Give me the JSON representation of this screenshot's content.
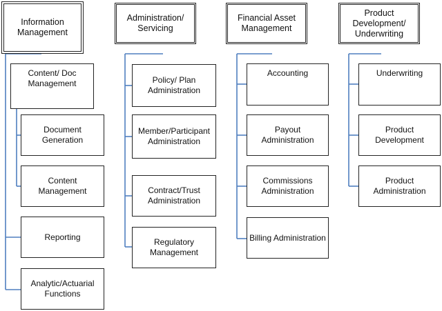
{
  "columns": [
    {
      "header": "Information Management",
      "children": [
        "Content/ Doc Management",
        "Document Generation",
        "Content Management",
        "Reporting",
        "Analytic/Actuarial Functions"
      ]
    },
    {
      "header": "Administration/ Servicing",
      "children": [
        "Policy/ Plan Administration",
        "Member/Participant Administration",
        "Contract/Trust Administration",
        "Regulatory Management"
      ]
    },
    {
      "header": "Financial Asset Management",
      "children": [
        "Accounting",
        "Payout Administration",
        "Commissions Administration",
        "Billing Administration"
      ]
    },
    {
      "header": "Product Development/ Underwriting",
      "children": [
        "Underwriting",
        "Product Development",
        "Product Administration"
      ]
    }
  ],
  "colors": {
    "connector": "#4f7fbf",
    "border": "#222222"
  }
}
